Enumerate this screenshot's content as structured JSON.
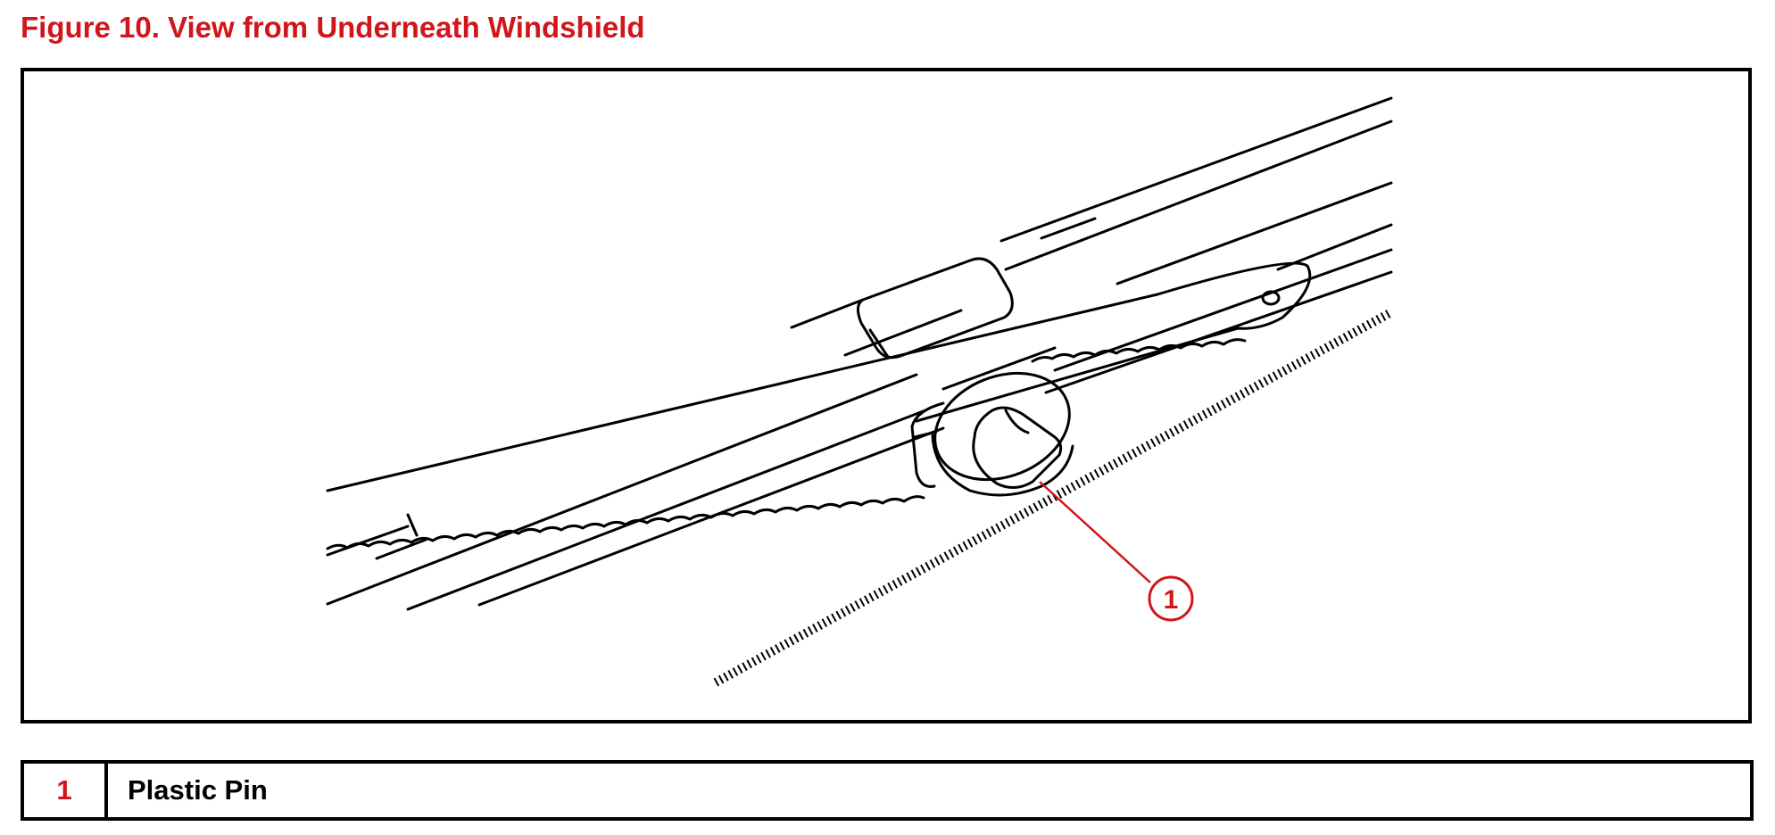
{
  "figure": {
    "title": "Figure 10. View from Underneath Windshield"
  },
  "callout": {
    "number": "1"
  },
  "legend": {
    "rows": [
      {
        "number": "1",
        "label": "Plastic Pin"
      }
    ]
  },
  "colors": {
    "accent": "#d0161b",
    "line": "#000000",
    "background": "#ffffff"
  }
}
